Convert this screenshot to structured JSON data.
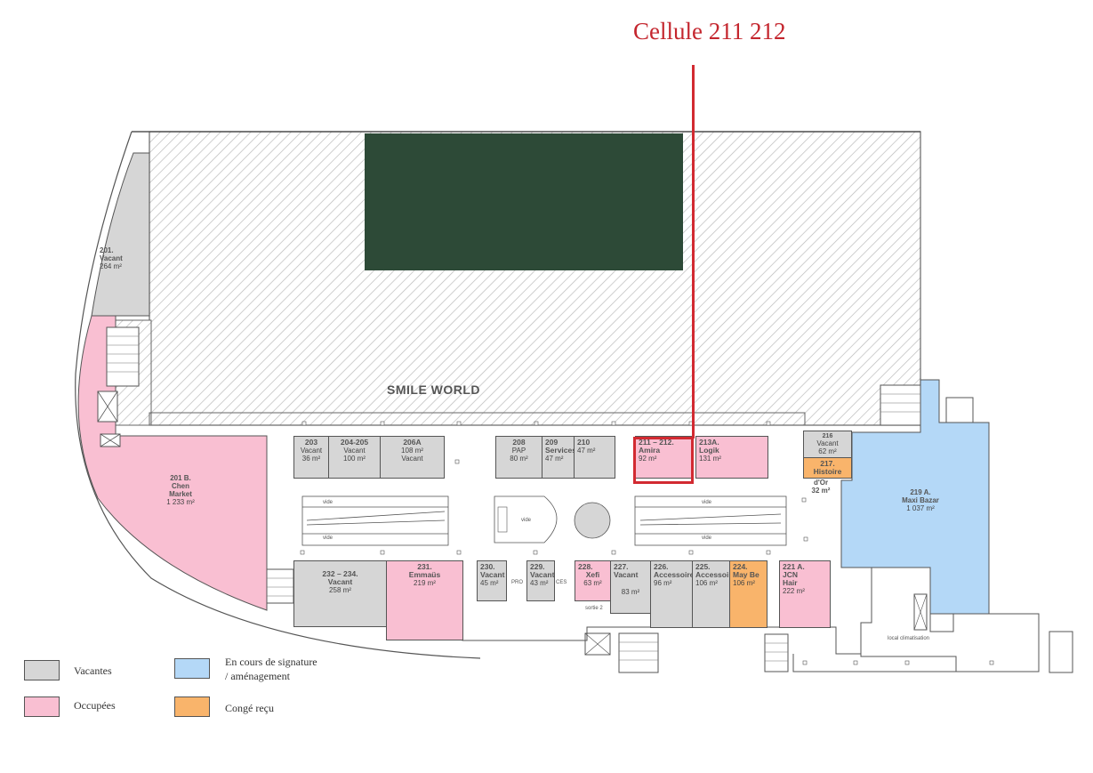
{
  "callout": {
    "title": "Cellule 211 212"
  },
  "anchor": {
    "name": "SMILE WORLD"
  },
  "units": {
    "u201": {
      "num": "201.",
      "name": "Vacant",
      "area": "264 m²"
    },
    "u201b": {
      "num": "201 B.",
      "name": "Chen",
      "name2": "Market",
      "area": "1 233 m²"
    },
    "u203": {
      "num": "203",
      "name": "Vacant",
      "area": "36 m²"
    },
    "u204": {
      "num": "204-205",
      "name": "Vacant",
      "area": "100 m²"
    },
    "u206a": {
      "num": "206A",
      "area": "108 m²",
      "name": "Vacant"
    },
    "u208": {
      "num": "208",
      "name": "PAP",
      "area": "80 m²"
    },
    "u209": {
      "num": "209",
      "name": "Services",
      "area": "47 m²"
    },
    "u210": {
      "num": "210",
      "area": "47 m²"
    },
    "u211": {
      "num": "211 – 212.",
      "name": "Amira",
      "area": "92 m²"
    },
    "u213a": {
      "num": "213A.",
      "name": "Logik",
      "area": "131 m²"
    },
    "u216": {
      "num": "216",
      "name": "Vacant",
      "area": "62 m²"
    },
    "u217": {
      "num": "217.",
      "name": "Histoire",
      "name2": "d'Or",
      "area": "32 m²"
    },
    "u219a": {
      "num": "219 A.",
      "name": "Maxi Bazar",
      "area": "1 037 m²"
    },
    "u221a": {
      "num": "221 A.",
      "name": "JCN",
      "name2": "Hair",
      "area": "222 m²"
    },
    "u224": {
      "num": "224.",
      "name": "May Be",
      "area": "106 m²"
    },
    "u225": {
      "num": "225.",
      "name": "Accessoires",
      "area": "106 m²"
    },
    "u226": {
      "num": "226.",
      "name": "Accessoires",
      "area": "96 m²"
    },
    "u227": {
      "num": "227.",
      "name": "Vacant",
      "area": "83 m²"
    },
    "u228": {
      "num": "228.",
      "name": "Xefi",
      "area": "63 m²"
    },
    "u229": {
      "num": "229.",
      "name": "Vacant",
      "area": "43 m²"
    },
    "u230": {
      "num": "230.",
      "name": "Vacant",
      "area": "45 m²"
    },
    "u231": {
      "num": "231.",
      "name": "Emmaüs",
      "area": "219 m²"
    },
    "u232": {
      "num": "232 – 234.",
      "name": "Vacant",
      "area": "258 m²"
    }
  },
  "small_labels": {
    "vide": "vide",
    "pro": "PRO",
    "ces": "CES",
    "local": "local climatisation",
    "sortie": "sortie 2"
  },
  "legend": {
    "vacantes": "Vacantes",
    "occupees": "Occupées",
    "signature_line1": "En cours de signature",
    "signature_line2": "/ aménagement",
    "conge": "Congé reçu"
  },
  "colors": {
    "vacant": "#d6d6d6",
    "occupied": "#f9bfd2",
    "signature": "#b4d8f7",
    "conge": "#f9b46b",
    "highlight": "#d22a31",
    "green_block": "#2d4a37"
  }
}
